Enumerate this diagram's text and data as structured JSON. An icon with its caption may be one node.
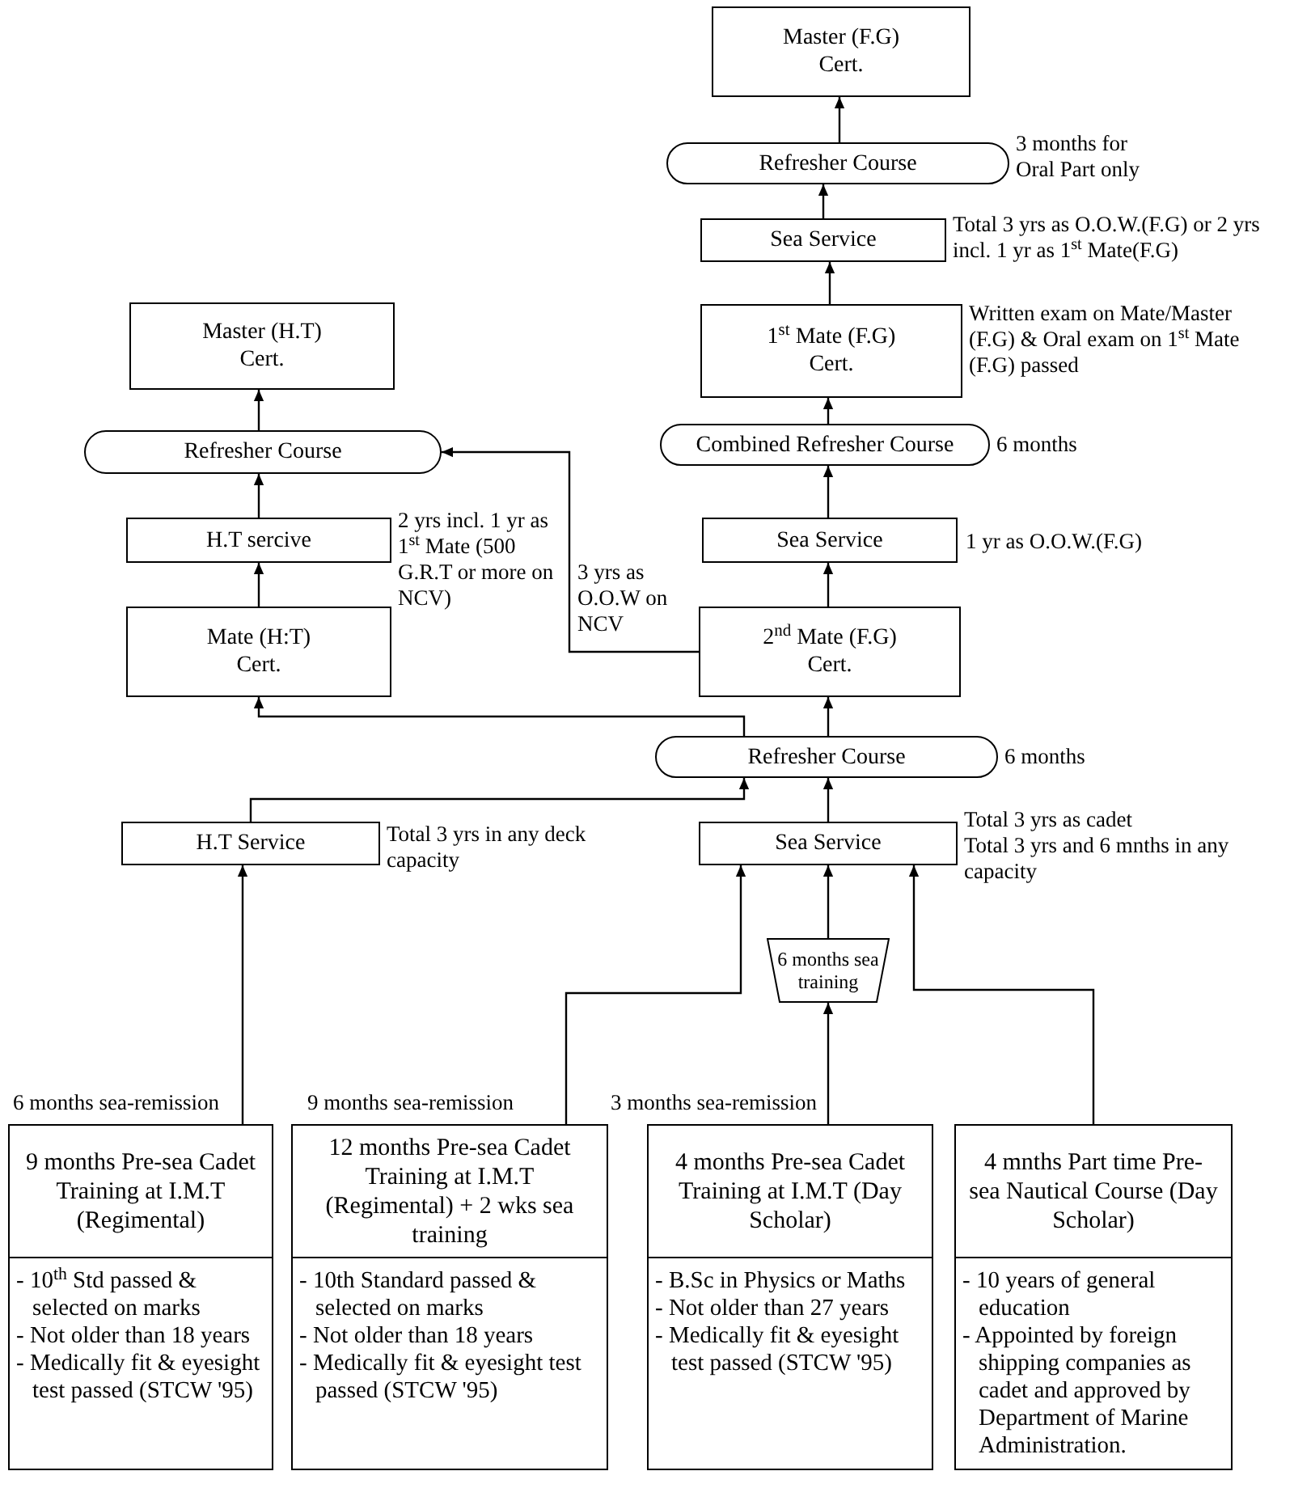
{
  "diagram": {
    "nodes": [
      {
        "text": [
          "Master (F.G) Cert."
        ]
      },
      {
        "text": [
          "Refresher Course"
        ],
        "beside": [
          "3 months for Oral Part only"
        ]
      },
      {
        "text": [
          "Sea Service"
        ],
        "beside": [
          "Total 3 yrs as O.O.W.(F.G) or 2 yrs incl. 1 yr as 1$^{st}$ Mate(F.G)"
        ]
      },
      {
        "text": [
          "1$^{st}$ Mate (F.G) Cert."
        ],
        "beside": [
          "Written exam on Mate/Master (F.G) & Oral exam on 1$^{st}$ Mate (F.G) passed"
        ]
      },
      {
        "text": [
          "Combined Refresher Course"
        ],
        "beside": [
          "6 months"
        ]
      },
      {
        "text": [
          "Master (H.T) Cert."
        ]
      },
      {
        "text": [
          "Refresher Course"
        ]
      },
      {
        "text": [
          "H.T sercive"
        ],
        "beside": [
          "2 yrs incl. 1 yr as 1$^{st}$ Mate (500 G.R.T or more on NCV)"
        ]
      },
      {
        "text": [
          "Mate (H:T) Cert."
        ]
      },
      {
        "text": [
          "Sea Service"
        ],
        "beside": [
          "1 yr as O.O.W.(F.G)"
        ]
      },
      {
        "text": [
          "2$^{nd}$ Mate (F.G) Cert."
        ]
      },
      {
        "text": [
          "Refresher Course"
        ],
        "beside": [
          "6 months"
        ]
      },
      {
        "text": [
          "H.T Service"
        ],
        "beside": [
          "Total 3 yrs in any deck capacity"
        ]
      },
      {
        "text": [
          "Sea Service"
        ],
        "beside": [
          "Total 3 yrs as cadet",
          "Total 3 yrs and 6 mnths in any capacity"
        ]
      },
      {
        "text": [
          "6 months sea training"
        ]
      },
      {
        "text": [
          "9 months Pre-sea Cadet Training at I.M.T (Regimental)",
          "- 10$^{th}$ Std passed & selected on marks",
          "- Not older than 18 years",
          "- Medically fit & eyesight test passed (STCW '95)"
        ],
        "beside": [
          "6 months sea-remission"
        ]
      },
      {
        "text": [
          "12 months Pre-sea Cadet Training at I.M.T (Regimental) + 2 wks sea training",
          "- 10th Standard passed & selected on marks",
          "- Not older than 18 years",
          "- Medically fit & eyesight test passed (STCW '95)"
        ],
        "beside": [
          "9 months sea-remission"
        ]
      },
      {
        "text": [
          "4 months Pre-sea Cadet Training at I.M.T (Day Scholar)",
          "- B.Sc in Physics or Maths",
          "- Not older than 27 years",
          "- Medically fit & eyesight test passed (STCW '95)"
        ],
        "beside": [
          "3 months sea-remission"
        ]
      },
      {
        "text": [
          "4 mnths Part time Pre-sea Nautical Course (Day Scholar)",
          "- 10 years of general education",
          "- Appointed by foreign shipping companies as cadet and approved by Department of Marine Administration."
        ]
      }
    ],
    "edges": [
      {
        "from": 1,
        "to": 0,
        "arrow": "to"
      },
      {
        "from": 2,
        "to": 1,
        "arrow": "to"
      },
      {
        "from": 3,
        "to": 2,
        "arrow": "to"
      },
      {
        "from": 4,
        "to": 3,
        "arrow": "to"
      },
      {
        "from": 9,
        "to": 4,
        "arrow": "to"
      },
      {
        "from": 10,
        "to": 9,
        "arrow": "to"
      },
      {
        "from": 11,
        "to": 10,
        "arrow": "to"
      },
      {
        "from": 13,
        "to": 11,
        "arrow": "to"
      },
      {
        "from": 12,
        "to": 11,
        "arrow": "to"
      },
      {
        "from": 11,
        "to": 8,
        "arrow": "to"
      },
      {
        "from": 10,
        "to": 6,
        "arrow": "to",
        "label": "3 yrs as O.O.W on NCV"
      },
      {
        "from": 8,
        "to": 7,
        "arrow": "to"
      },
      {
        "from": 7,
        "to": 6,
        "arrow": "to"
      },
      {
        "from": 6,
        "to": 5,
        "arrow": "to"
      },
      {
        "from": 15,
        "to": 12,
        "arrow": "to"
      },
      {
        "from": 16,
        "to": 13,
        "arrow": "to"
      },
      {
        "from": 17,
        "to": 14,
        "arrow": "to"
      },
      {
        "from": 14,
        "to": 13,
        "arrow": "to"
      },
      {
        "from": 18,
        "to": 13,
        "arrow": "to"
      }
    ]
  }
}
